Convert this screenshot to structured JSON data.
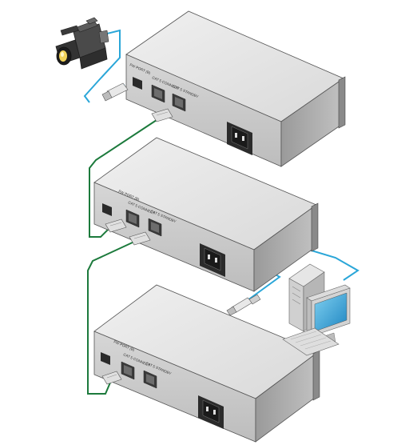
{
  "diagram": {
    "devices": [
      {
        "id": "unit-top",
        "port_labels": {
          "fw_port": "FW PORT (B)",
          "cat5_a": "CAT 5 CONNECT",
          "cat5_b": "CAT 5 STANDBY"
        }
      },
      {
        "id": "unit-middle",
        "port_labels": {
          "fw_port": "FW PORT (B)",
          "cat5_a": "CAT 5 CONNECT",
          "cat5_b": "CAT 5 STANDBY"
        }
      },
      {
        "id": "unit-bottom",
        "port_labels": {
          "fw_port": "FW PORT (B)",
          "cat5_a": "CAT 5 CONNECT",
          "cat5_b": "CAT 5 STANDBY"
        }
      }
    ],
    "peripherals": [
      {
        "id": "camcorder",
        "icon": "video-camera-icon"
      },
      {
        "id": "computer",
        "icon": "desktop-computer-icon"
      }
    ],
    "cables": [
      {
        "id": "firewire-camera",
        "type": "FireWire",
        "color": "#2aa6d8"
      },
      {
        "id": "cat5-top-middle",
        "type": "CAT 5",
        "color": "#1c7a3c"
      },
      {
        "id": "cat5-middle-bottom",
        "type": "CAT 5",
        "color": "#1c7a3c"
      },
      {
        "id": "firewire-computer",
        "type": "FireWire",
        "color": "#2aa6d8"
      }
    ],
    "colors": {
      "chassis_top": "#e6e6e6",
      "chassis_front": "#cfcfcf",
      "chassis_side": "#a8a8a8",
      "firewire": "#2aa6d8",
      "cat5": "#1c7a3c"
    }
  }
}
